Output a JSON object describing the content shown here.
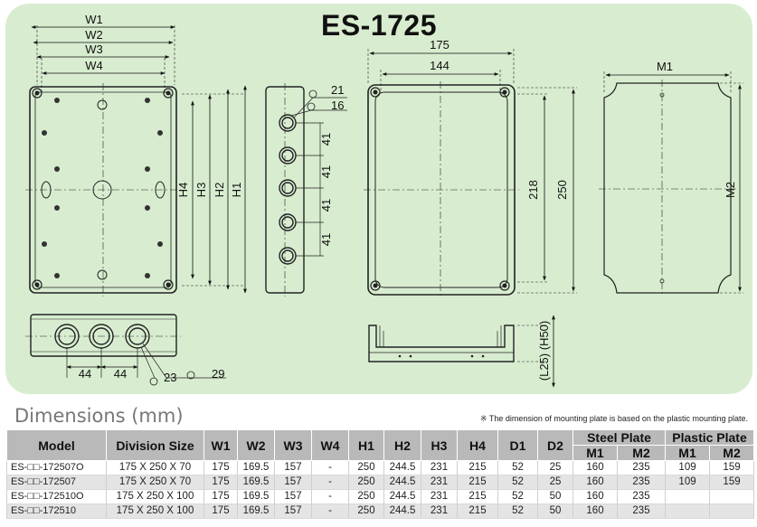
{
  "title": "ES-1725",
  "drawing": {
    "front": {
      "w1": "W1",
      "w2": "W2",
      "w3": "W3",
      "w4": "W4",
      "h4": "H4",
      "h3": "H3",
      "h2": "H2",
      "h1": "H1"
    },
    "side": {
      "d21": "21",
      "d16": "16",
      "p1": "41",
      "p2": "41",
      "p3": "41",
      "p4": "41"
    },
    "back": {
      "w175": "175",
      "w144": "144",
      "h218": "218",
      "h250": "250"
    },
    "plate": {
      "m1": "M1",
      "m2": "M2"
    },
    "bottom": {
      "p44a": "44",
      "p44b": "44",
      "d23": "23",
      "d29": "29"
    },
    "profile": {
      "depth": "(L25) (H50)"
    }
  },
  "dims_heading": "Dimensions (mm)",
  "note": "※ The dimension of mounting plate is based on the plastic mounting plate.",
  "table": {
    "headers": {
      "model": "Model",
      "division": "Division Size",
      "w1": "W1",
      "w2": "W2",
      "w3": "W3",
      "w4": "W4",
      "h1": "H1",
      "h2": "H2",
      "h3": "H3",
      "h4": "H4",
      "d1": "D1",
      "d2": "D2",
      "steel": "Steel Plate",
      "plastic": "Plastic Plate",
      "m1a": "M1",
      "m2a": "M2",
      "m1b": "M1",
      "m2b": "M2"
    },
    "rows": [
      [
        "ES-□□-172507O",
        "175 X 250 X 70",
        "175",
        "169.5",
        "157",
        "-",
        "250",
        "244.5",
        "231",
        "215",
        "52",
        "25",
        "160",
        "235",
        "109",
        "159"
      ],
      [
        "ES-□□-172507",
        "175 X 250 X 70",
        "175",
        "169.5",
        "157",
        "-",
        "250",
        "244.5",
        "231",
        "215",
        "52",
        "25",
        "160",
        "235",
        "109",
        "159"
      ],
      [
        "ES-□□-172510O",
        "175 X 250 X 100",
        "175",
        "169.5",
        "157",
        "-",
        "250",
        "244.5",
        "231",
        "215",
        "52",
        "50",
        "160",
        "235",
        "",
        ""
      ],
      [
        "ES-□□-172510",
        "175 X 250 X 100",
        "175",
        "169.5",
        "157",
        "-",
        "250",
        "244.5",
        "231",
        "215",
        "52",
        "50",
        "160",
        "235",
        "",
        ""
      ]
    ]
  }
}
